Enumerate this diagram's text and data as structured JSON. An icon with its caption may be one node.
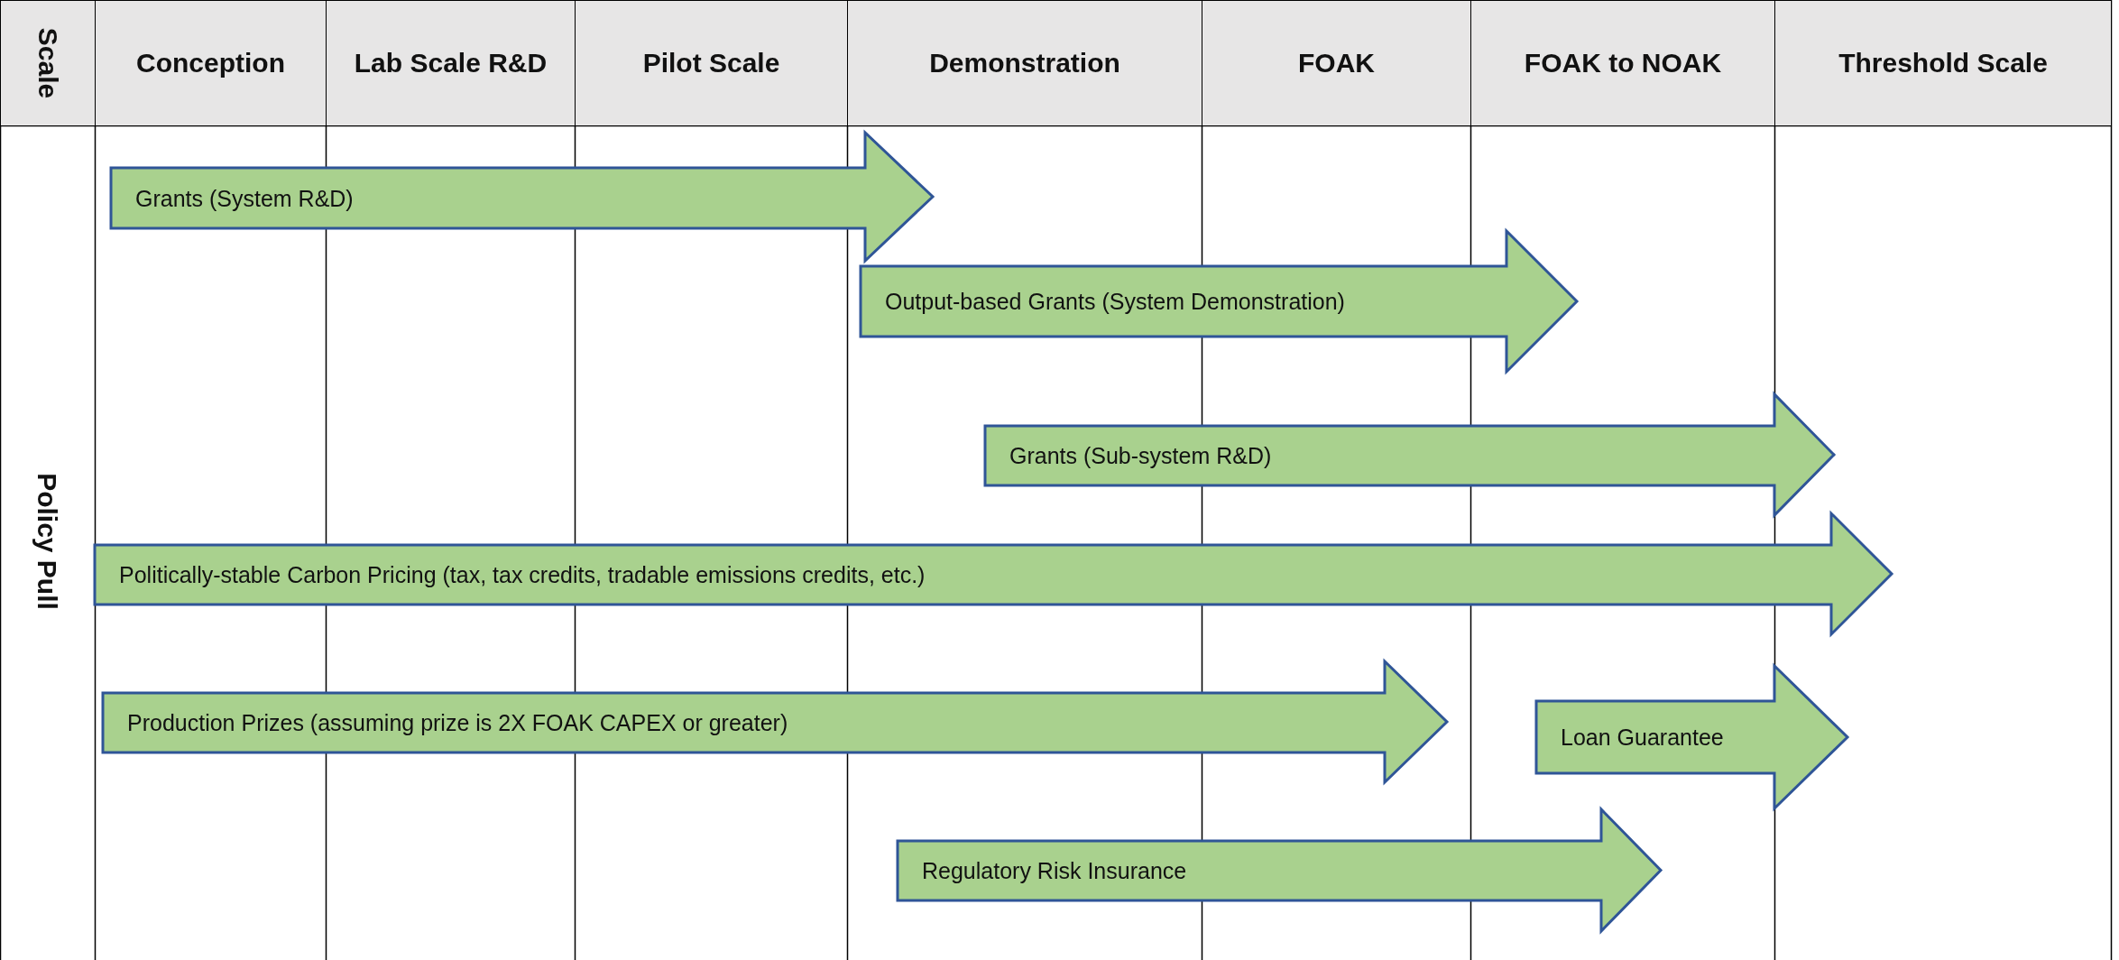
{
  "diagram": {
    "nodes": [
      {
        "text": [
          "Grants (System R&D)"
        ]
      },
      {
        "text": [
          "Output-based Grants (System Demonstration)"
        ]
      },
      {
        "text": [
          "Grants (Sub-system R&D)"
        ]
      },
      {
        "text": [
          "Politically-stable Carbon Pricing (tax, tax credits, tradable emissions credits, etc.)"
        ]
      },
      {
        "text": [
          "Production Prizes (assuming prize is 2X FOAK CAPEX or greater)"
        ]
      },
      {
        "text": [
          "Loan Guarantee"
        ]
      },
      {
        "text": [
          "Regulatory Risk Insurance"
        ]
      }
    ],
    "labels": [
      "Scale",
      "Conception",
      "Lab Scale R&D",
      "Pilot Scale",
      "Demonstration",
      "FOAK",
      "FOAK to NOAK",
      "Threshold Scale",
      "Policy Pull"
    ]
  }
}
